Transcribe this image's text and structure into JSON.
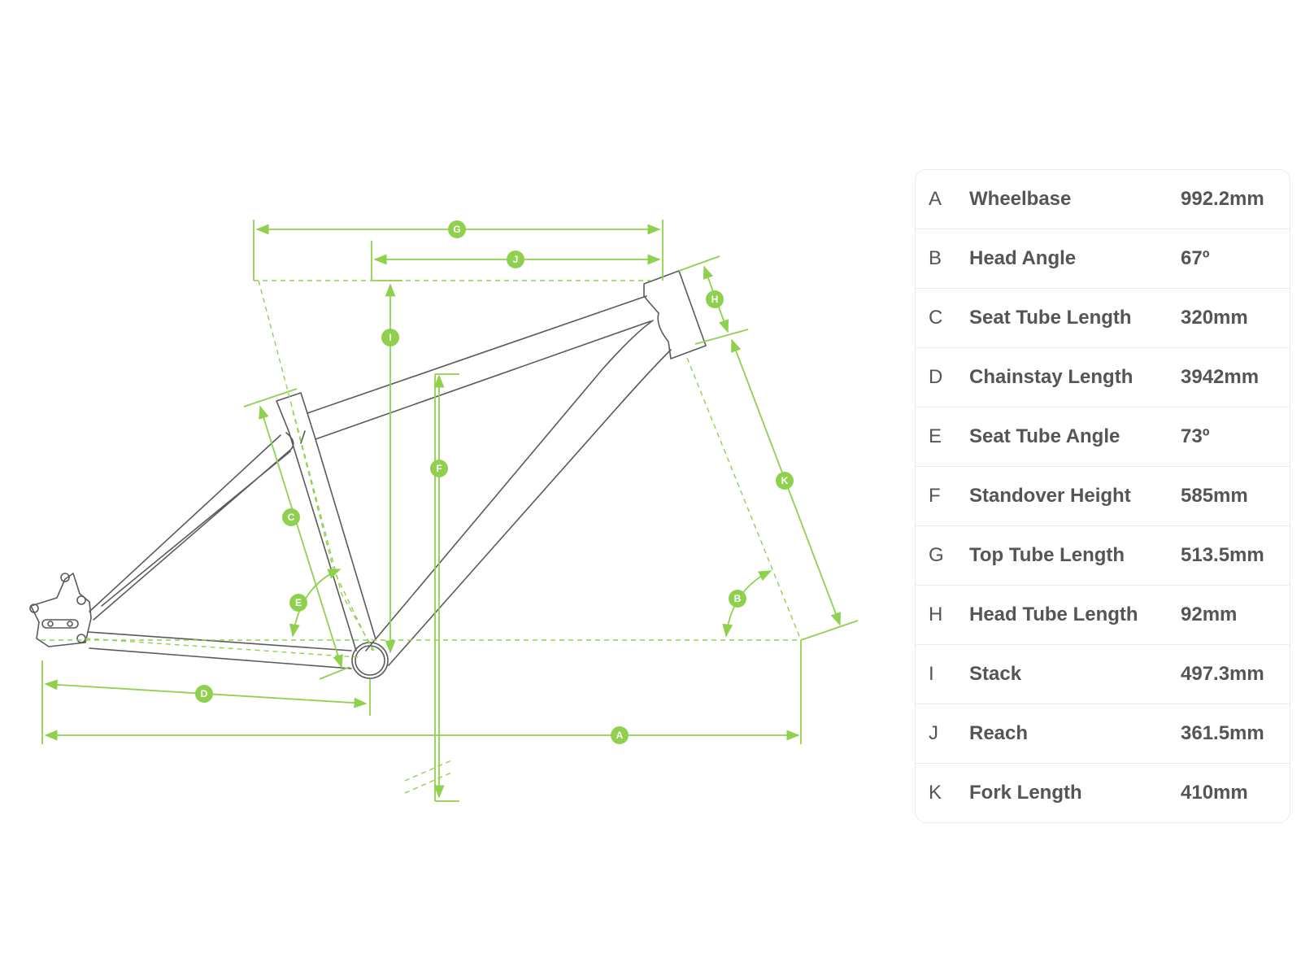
{
  "diagram": {
    "badges": [
      "A",
      "B",
      "C",
      "D",
      "E",
      "F",
      "G",
      "H",
      "I",
      "J",
      "K"
    ]
  },
  "geometry_table": {
    "rows": [
      {
        "letter": "A",
        "name": "Wheelbase",
        "value": "992.2mm"
      },
      {
        "letter": "B",
        "name": "Head Angle",
        "value": "67º"
      },
      {
        "letter": "C",
        "name": "Seat Tube Length",
        "value": "320mm"
      },
      {
        "letter": "D",
        "name": "Chainstay Length",
        "value": "3942mm"
      },
      {
        "letter": "E",
        "name": "Seat Tube Angle",
        "value": "73º"
      },
      {
        "letter": "F",
        "name": "Standover Height",
        "value": "585mm"
      },
      {
        "letter": "G",
        "name": "Top Tube Length",
        "value": "513.5mm"
      },
      {
        "letter": "H",
        "name": "Head Tube Length",
        "value": "92mm"
      },
      {
        "letter": "I",
        "name": "Stack",
        "value": "497.3mm"
      },
      {
        "letter": "J",
        "name": "Reach",
        "value": "361.5mm"
      },
      {
        "letter": "K",
        "name": "Fork Length",
        "value": "410mm"
      }
    ]
  },
  "colors": {
    "accent": "#8fd14f",
    "frame_line": "#5a5a5a",
    "text": "#555555",
    "divider": "#ececec"
  }
}
